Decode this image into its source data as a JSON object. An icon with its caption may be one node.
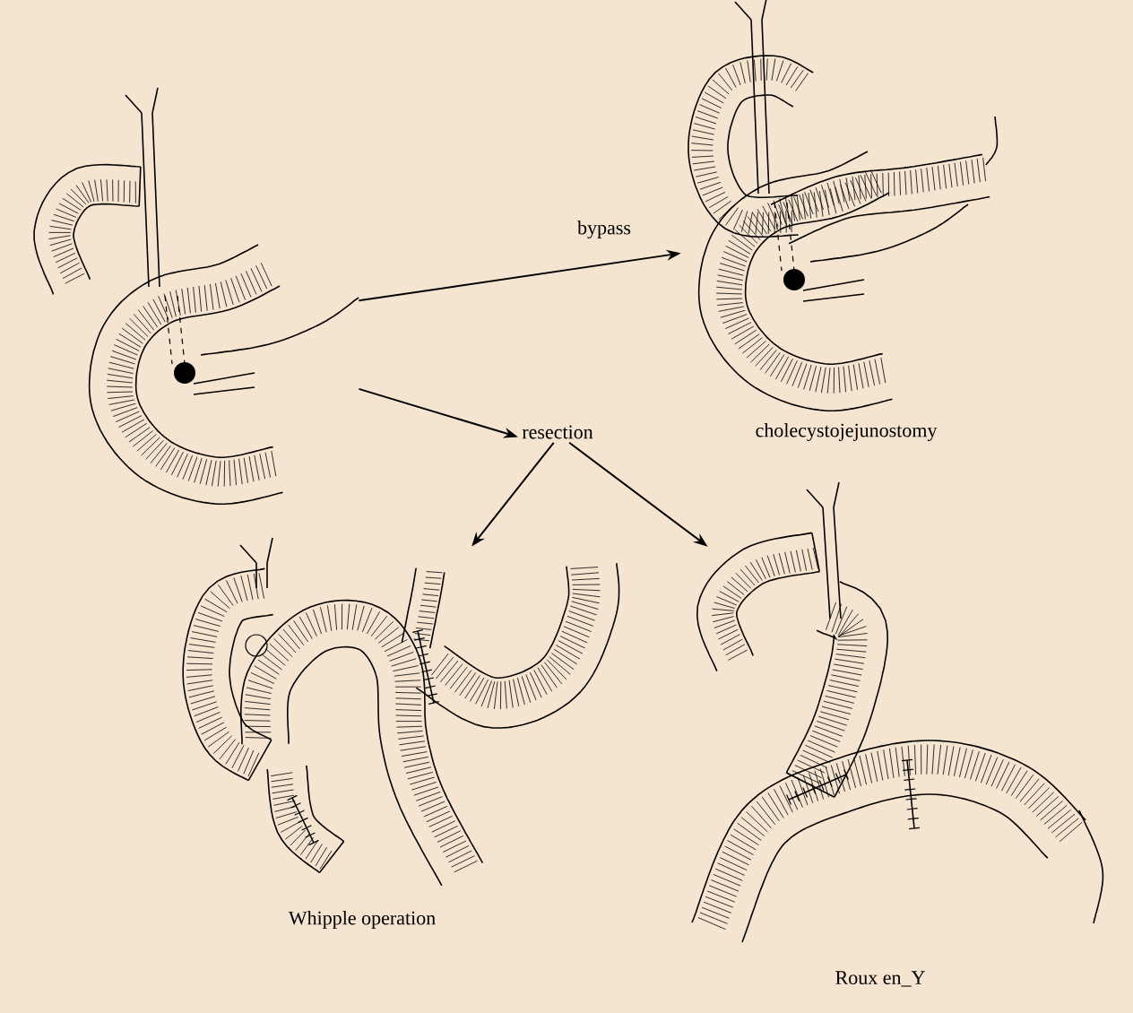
{
  "diagram": {
    "nodes": [
      {
        "text": [],
        "shape": "picture"
      },
      {
        "text": [],
        "shape": "picture",
        "beside": [
          "cholecystojejunostomy"
        ]
      },
      {
        "text": [
          "resection"
        ]
      },
      {
        "text": [],
        "shape": "picture",
        "beside": [
          "Whipple operation"
        ]
      },
      {
        "text": [],
        "shape": "picture",
        "beside": [
          "Roux en_Y"
        ]
      }
    ],
    "edges": [
      {
        "from": 0,
        "to": 1,
        "arrow": "to",
        "label": "bypass"
      },
      {
        "from": 0,
        "to": 2,
        "arrow": "to"
      },
      {
        "from": 2,
        "to": 3,
        "arrow": "to"
      },
      {
        "from": 2,
        "to": 4,
        "arrow": "to"
      }
    ]
  }
}
